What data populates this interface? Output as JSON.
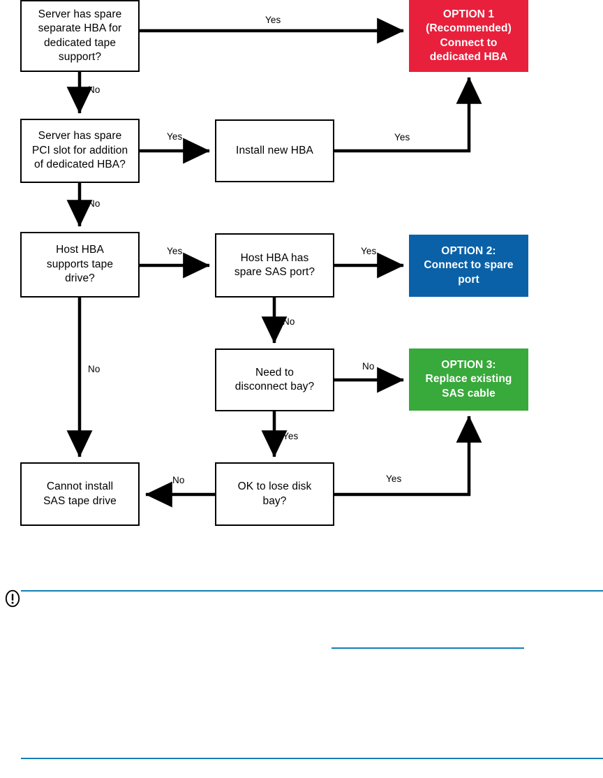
{
  "colors": {
    "option1_bg": "#E8203C",
    "option2_bg": "#0A61A8",
    "option3_bg": "#38A93B",
    "rule_blue": "#1480B4",
    "stroke_black": "#000000",
    "box_fill_white": "#FFFFFF"
  },
  "flowchart": {
    "type": "decision-flowchart",
    "title": "SAS tape drive connection decision flow",
    "nodes": [
      {
        "id": "n1",
        "kind": "decision",
        "text": "Server has spare separate HBA for dedicated tape support?",
        "lines": [
          "Server has spare",
          "separate HBA for",
          "dedicated tape",
          "support?"
        ]
      },
      {
        "id": "n2",
        "kind": "decision",
        "text": "Server has spare PCI slot for addition of dedicated HBA?",
        "lines": [
          "Server has spare",
          "PCI slot for addition",
          "of dedicated HBA?"
        ]
      },
      {
        "id": "n3",
        "kind": "process",
        "text": "Install new HBA",
        "lines": [
          "Install new HBA"
        ]
      },
      {
        "id": "n4",
        "kind": "decision",
        "text": "Host HBA supports tape drive?",
        "lines": [
          "Host HBA",
          "supports tape",
          "drive?"
        ]
      },
      {
        "id": "n5",
        "kind": "decision",
        "text": "Host HBA has spare SAS port?",
        "lines": [
          "Host HBA has",
          "spare SAS port?"
        ]
      },
      {
        "id": "n6",
        "kind": "decision",
        "text": "Need to disconnect bay?",
        "lines": [
          "Need to",
          "disconnect bay?"
        ]
      },
      {
        "id": "n7",
        "kind": "decision",
        "text": "OK to lose disk bay?",
        "lines": [
          "OK to lose disk",
          "bay?"
        ]
      },
      {
        "id": "n8",
        "kind": "terminal",
        "text": "Cannot install SAS tape drive",
        "lines": [
          "Cannot install",
          "SAS tape drive"
        ]
      },
      {
        "id": "opt1",
        "kind": "option",
        "text": "OPTION 1 (Recommended) Connect to dedicated HBA",
        "lines": [
          "OPTION 1",
          "(Recommended)",
          "Connect to",
          "dedicated HBA"
        ]
      },
      {
        "id": "opt2",
        "kind": "option",
        "text": "OPTION 2: Connect to spare port",
        "lines": [
          "OPTION 2:",
          "Connect to spare",
          "port"
        ]
      },
      {
        "id": "opt3",
        "kind": "option",
        "text": "OPTION 3: Replace existing SAS cable",
        "lines": [
          "OPTION 3:",
          "Replace existing",
          "SAS cable"
        ]
      }
    ],
    "edges": [
      {
        "from": "n1",
        "to": "opt1",
        "label": "Yes"
      },
      {
        "from": "n1",
        "to": "n2",
        "label": "No"
      },
      {
        "from": "n2",
        "to": "n3",
        "label": "Yes"
      },
      {
        "from": "n3",
        "to": "opt1",
        "label": "Yes"
      },
      {
        "from": "n2",
        "to": "n4",
        "label": "No"
      },
      {
        "from": "n4",
        "to": "n5",
        "label": "Yes"
      },
      {
        "from": "n4",
        "to": "n8",
        "label": "No"
      },
      {
        "from": "n5",
        "to": "opt2",
        "label": "Yes"
      },
      {
        "from": "n5",
        "to": "n6",
        "label": "No"
      },
      {
        "from": "n6",
        "to": "opt3",
        "label": "No"
      },
      {
        "from": "n6",
        "to": "n7",
        "label": "Yes"
      },
      {
        "from": "n7",
        "to": "n8",
        "label": "No"
      },
      {
        "from": "n7",
        "to": "opt3",
        "label": "Yes"
      }
    ],
    "edge_labels": {
      "e1_yes": "Yes",
      "e1_no": "No",
      "e2_yes": "Yes",
      "e3_yes": "Yes",
      "e2_no": "No",
      "e4_yes": "Yes",
      "e4_no": "No",
      "e5_yes": "Yes",
      "e5_no": "No",
      "e6_no": "No",
      "e6_yes": "Yes",
      "e7_no": "No",
      "e7_yes": "Yes"
    }
  },
  "note": {
    "icon": "important-exclamation-icon"
  }
}
